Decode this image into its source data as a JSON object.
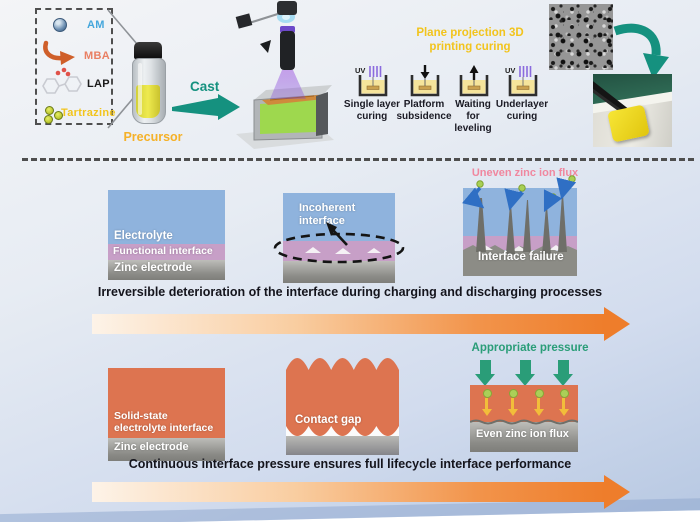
{
  "colors": {
    "teal_accent": "#15917f",
    "yellow_accent": "#f2c41d",
    "orange_flow": "#ee7d2b",
    "panel_blue": "#8fb3dd",
    "panel_pink": "#c79fc7",
    "panel_orange": "#dd7450",
    "green_pressure": "#2a9d78",
    "pink_text": "#f0879f",
    "am_blue": "#45a7dc",
    "mba_salmon": "#e97f63"
  },
  "legend": {
    "items": [
      {
        "label": "AM"
      },
      {
        "label": "MBA"
      },
      {
        "label": "LAP"
      },
      {
        "label": "Tartrazine"
      }
    ]
  },
  "precursor": {
    "vial_label": "Precursor",
    "cast_label": "Cast"
  },
  "printing": {
    "title_line1": "Plane projection 3D",
    "title_line2": "printing curing",
    "uv_label": "UV",
    "steps": [
      {
        "label": "Single layer curing"
      },
      {
        "label": "Platform subsidence"
      },
      {
        "label": "Waiting for leveling"
      },
      {
        "label": "Underlayer curing"
      }
    ]
  },
  "failure_section": {
    "stack": {
      "electrolyte": "Electrolyte",
      "functional_interface": "Functional interface",
      "zinc_electrode": "Zinc electrode"
    },
    "incoherent_label": "Incoherent interface",
    "flux_title": "Uneven zinc ion flux",
    "failure_label": "Interface failure",
    "caption": "Irreversible deterioration of the interface during charging and discharging processes"
  },
  "solution_section": {
    "stack": {
      "electrolyte": "Solid-state electrolyte interface",
      "zinc_electrode": "Zinc electrode"
    },
    "gap_label": "Contact gap",
    "pressure_title": "Appropriate pressure",
    "flux_label": "Even zinc ion flux",
    "caption": "Continuous interface pressure ensures full lifecycle interface performance"
  }
}
